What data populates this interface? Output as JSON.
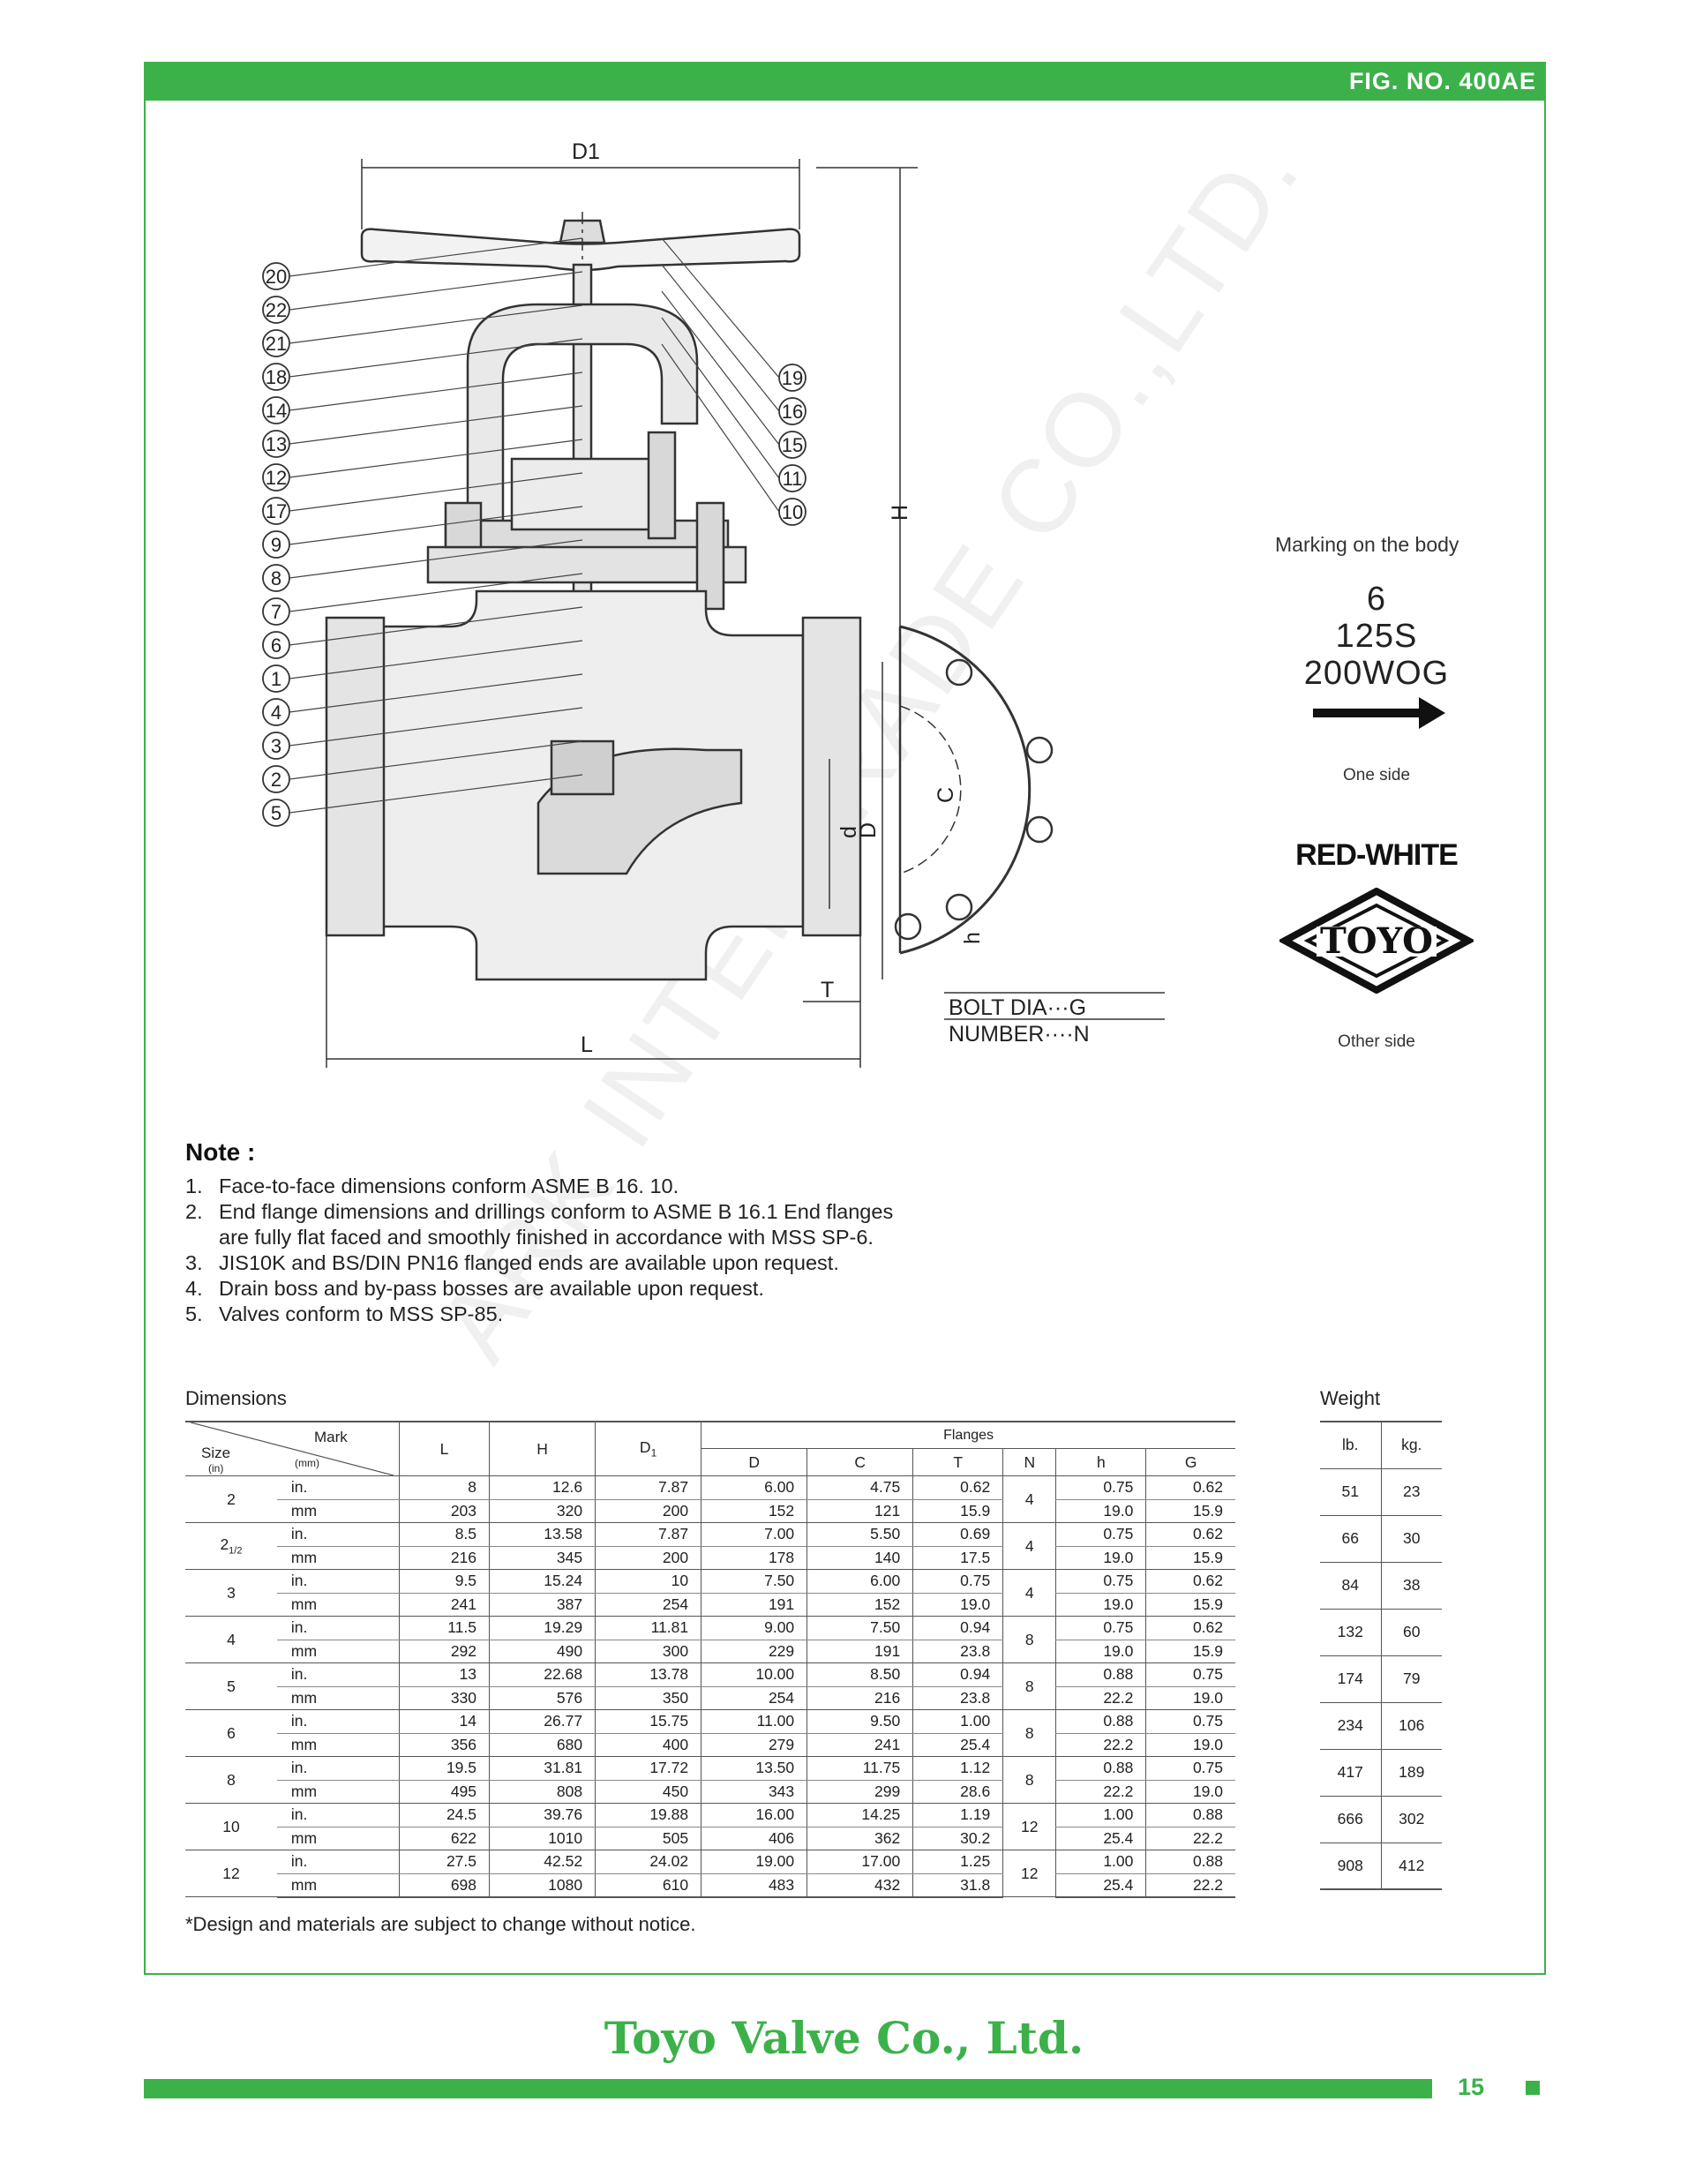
{
  "header": {
    "fig_no": "FIG. NO. 400AE"
  },
  "drawing": {
    "dimension_labels": {
      "d1": "D1",
      "h": "H",
      "l": "L",
      "t": "T",
      "d": "d",
      "dd": "D",
      "c": "C",
      "hh": "h",
      "bolt": "BOLT DIA···G",
      "number": "NUMBER····N"
    },
    "left_callouts": [
      "20",
      "22",
      "21",
      "18",
      "14",
      "13",
      "12",
      "17",
      "9",
      "8",
      "7",
      "6",
      "1",
      "4",
      "3",
      "2",
      "5"
    ],
    "right_callouts": [
      "19",
      "16",
      "15",
      "11",
      "10"
    ]
  },
  "marking": {
    "title": "Marking on the body",
    "lines": [
      "6",
      "125S",
      "200WOG"
    ],
    "one_side": "One side",
    "brand": "RED-WHITE",
    "logo_text": "TOYO",
    "other_side": "Other side"
  },
  "notes": {
    "title": "Note :",
    "items": [
      {
        "num": "1.",
        "text": "Face-to-face dimensions conform ASME B 16. 10."
      },
      {
        "num": "2.",
        "text": "End flange dimensions and drillings conform to ASME B 16.1 End flanges"
      },
      {
        "num": "",
        "text": "are fully flat faced and smoothly finished in accordance with MSS SP-6."
      },
      {
        "num": "3.",
        "text": "JIS10K and BS/DIN PN16 flanged ends are available upon request."
      },
      {
        "num": "4.",
        "text": "Drain boss and by-pass bosses are available upon request."
      },
      {
        "num": "5.",
        "text": "Valves conform to MSS SP-85."
      }
    ]
  },
  "dimensions": {
    "title": "Dimensions",
    "header": {
      "size": "Size",
      "size_unit": "(in)",
      "mark": "Mark",
      "mark_unit": "(mm)",
      "l": "L",
      "h": "H",
      "d1": "D",
      "d1_sub": "1",
      "flanges": "Flanges",
      "d": "D",
      "c": "C",
      "t": "T",
      "n": "N",
      "hh": "h",
      "g": "G"
    },
    "unit_in": "in.",
    "unit_mm": "mm",
    "rows": [
      {
        "size": "2",
        "size_frac": "",
        "n": "4",
        "in": [
          "8",
          "12.6",
          "7.87",
          "6.00",
          "4.75",
          "0.62",
          "0.75",
          "0.62"
        ],
        "mm": [
          "203",
          "320",
          "200",
          "152",
          "121",
          "15.9",
          "19.0",
          "15.9"
        ]
      },
      {
        "size": "2",
        "size_frac": "1/2",
        "n": "4",
        "in": [
          "8.5",
          "13.58",
          "7.87",
          "7.00",
          "5.50",
          "0.69",
          "0.75",
          "0.62"
        ],
        "mm": [
          "216",
          "345",
          "200",
          "178",
          "140",
          "17.5",
          "19.0",
          "15.9"
        ]
      },
      {
        "size": "3",
        "size_frac": "",
        "n": "4",
        "in": [
          "9.5",
          "15.24",
          "10",
          "7.50",
          "6.00",
          "0.75",
          "0.75",
          "0.62"
        ],
        "mm": [
          "241",
          "387",
          "254",
          "191",
          "152",
          "19.0",
          "19.0",
          "15.9"
        ]
      },
      {
        "size": "4",
        "size_frac": "",
        "n": "8",
        "in": [
          "11.5",
          "19.29",
          "11.81",
          "9.00",
          "7.50",
          "0.94",
          "0.75",
          "0.62"
        ],
        "mm": [
          "292",
          "490",
          "300",
          "229",
          "191",
          "23.8",
          "19.0",
          "15.9"
        ]
      },
      {
        "size": "5",
        "size_frac": "",
        "n": "8",
        "in": [
          "13",
          "22.68",
          "13.78",
          "10.00",
          "8.50",
          "0.94",
          "0.88",
          "0.75"
        ],
        "mm": [
          "330",
          "576",
          "350",
          "254",
          "216",
          "23.8",
          "22.2",
          "19.0"
        ]
      },
      {
        "size": "6",
        "size_frac": "",
        "n": "8",
        "in": [
          "14",
          "26.77",
          "15.75",
          "11.00",
          "9.50",
          "1.00",
          "0.88",
          "0.75"
        ],
        "mm": [
          "356",
          "680",
          "400",
          "279",
          "241",
          "25.4",
          "22.2",
          "19.0"
        ]
      },
      {
        "size": "8",
        "size_frac": "",
        "n": "8",
        "in": [
          "19.5",
          "31.81",
          "17.72",
          "13.50",
          "11.75",
          "1.12",
          "0.88",
          "0.75"
        ],
        "mm": [
          "495",
          "808",
          "450",
          "343",
          "299",
          "28.6",
          "22.2",
          "19.0"
        ]
      },
      {
        "size": "10",
        "size_frac": "",
        "n": "12",
        "in": [
          "24.5",
          "39.76",
          "19.88",
          "16.00",
          "14.25",
          "1.19",
          "1.00",
          "0.88"
        ],
        "mm": [
          "622",
          "1010",
          "505",
          "406",
          "362",
          "30.2",
          "25.4",
          "22.2"
        ]
      },
      {
        "size": "12",
        "size_frac": "",
        "n": "12",
        "in": [
          "27.5",
          "42.52",
          "24.02",
          "19.00",
          "17.00",
          "1.25",
          "1.00",
          "0.88"
        ],
        "mm": [
          "698",
          "1080",
          "610",
          "483",
          "432",
          "31.8",
          "25.4",
          "22.2"
        ]
      }
    ]
  },
  "weight": {
    "title": "Weight",
    "header": {
      "lb": "lb.",
      "kg": "kg."
    },
    "rows": [
      [
        "51",
        "23"
      ],
      [
        "66",
        "30"
      ],
      [
        "84",
        "38"
      ],
      [
        "132",
        "60"
      ],
      [
        "174",
        "79"
      ],
      [
        "234",
        "106"
      ],
      [
        "417",
        "189"
      ],
      [
        "666",
        "302"
      ],
      [
        "908",
        "412"
      ]
    ]
  },
  "footnote": "*Design and materials are subject to change without notice.",
  "footer": {
    "company": "Toyo Valve Co., Ltd.",
    "page": "15"
  },
  "watermark": "ARK INTERTRADE CO.,LTD.",
  "colors": {
    "brand_green": "#3cb14a"
  }
}
